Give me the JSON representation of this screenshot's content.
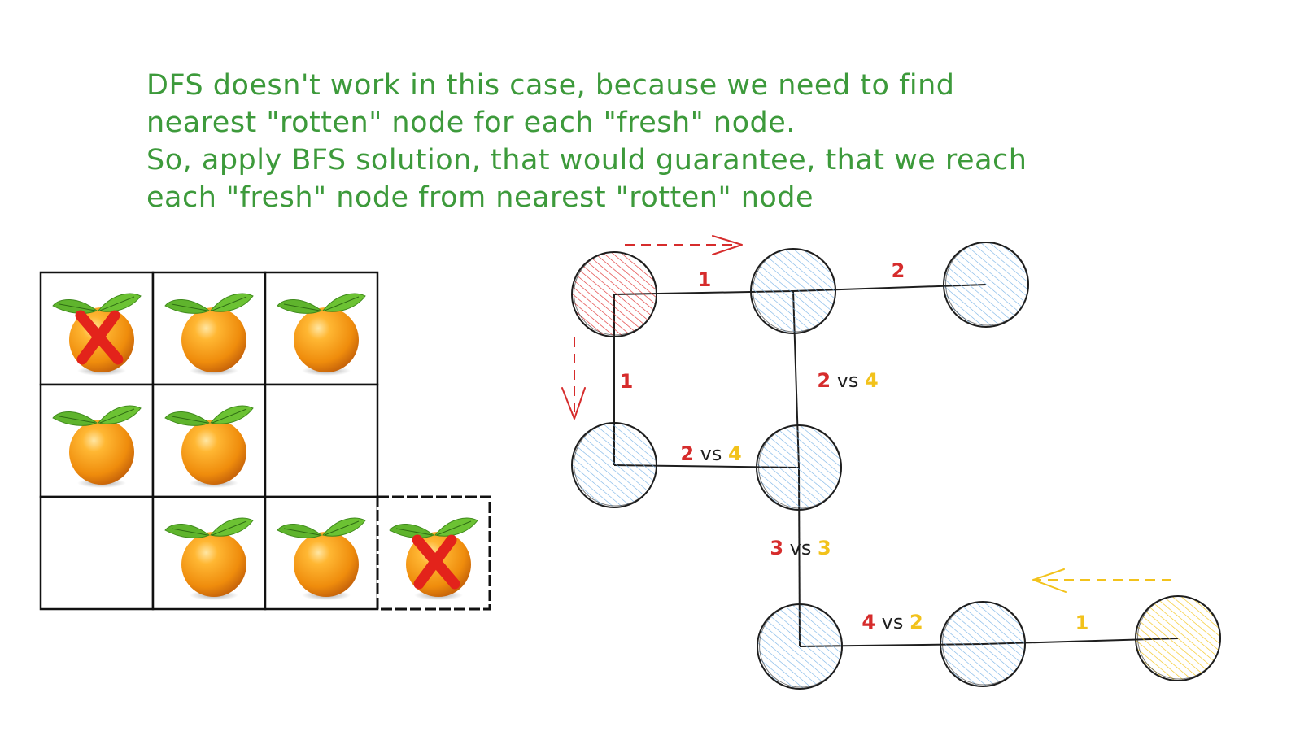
{
  "note": {
    "lines": [
      "DFS doesn't work in this case, because we need to find",
      "nearest \"rotten\" node for each \"fresh\" node.",
      "So, apply BFS solution, that would guarantee, that we reach",
      "each \"fresh\" node from nearest \"rotten\" node"
    ]
  },
  "colors": {
    "note_text": "#3d9a3b",
    "rotten_node": "#e03131",
    "fresh_node": "#74b0e6",
    "second_rotten_node": "#f5c518",
    "dist_red": "#d62c2c",
    "dist_yellow": "#f2c21b",
    "dist_black": "#1e1e1e"
  },
  "grid": {
    "rows": [
      [
        "rotten",
        "fresh",
        "fresh",
        "none"
      ],
      [
        "fresh",
        "fresh",
        "empty",
        "none"
      ],
      [
        "empty",
        "fresh",
        "fresh",
        "rotten"
      ]
    ],
    "icons": {
      "fresh": "orange-icon",
      "rotten": "rotten-orange-icon",
      "mark": "x-mark-icon"
    }
  },
  "graph": {
    "nodes": [
      {
        "id": "n1",
        "kind": "rotten"
      },
      {
        "id": "n2",
        "kind": "fresh"
      },
      {
        "id": "n3",
        "kind": "fresh"
      },
      {
        "id": "n4",
        "kind": "fresh"
      },
      {
        "id": "n5",
        "kind": "fresh"
      },
      {
        "id": "n6",
        "kind": "fresh"
      },
      {
        "id": "n7",
        "kind": "fresh"
      },
      {
        "id": "n8",
        "kind": "rotten2"
      }
    ],
    "edges": [
      {
        "from": "n1",
        "to": "n2",
        "label": [
          {
            "t": "1",
            "c": "red"
          }
        ]
      },
      {
        "from": "n2",
        "to": "n3",
        "label": [
          {
            "t": "2",
            "c": "red"
          }
        ]
      },
      {
        "from": "n1",
        "to": "n4",
        "label": [
          {
            "t": "1",
            "c": "red"
          }
        ]
      },
      {
        "from": "n2",
        "to": "n5",
        "label": [
          {
            "t": "2",
            "c": "red"
          },
          {
            "t": " vs ",
            "c": "black"
          },
          {
            "t": "4",
            "c": "yellow"
          }
        ]
      },
      {
        "from": "n4",
        "to": "n5",
        "label": [
          {
            "t": "2",
            "c": "red"
          },
          {
            "t": " vs ",
            "c": "black"
          },
          {
            "t": "4",
            "c": "yellow"
          }
        ]
      },
      {
        "from": "n5",
        "to": "n6",
        "label": [
          {
            "t": "3",
            "c": "red"
          },
          {
            "t": " vs ",
            "c": "black"
          },
          {
            "t": "3",
            "c": "yellow"
          }
        ]
      },
      {
        "from": "n6",
        "to": "n7",
        "label": [
          {
            "t": "4",
            "c": "red"
          },
          {
            "t": " vs ",
            "c": "black"
          },
          {
            "t": "2",
            "c": "yellow"
          }
        ]
      },
      {
        "from": "n7",
        "to": "n8",
        "label": [
          {
            "t": "1",
            "c": "yellow"
          }
        ]
      }
    ],
    "arrows": [
      {
        "name": "arrow-right",
        "color": "red"
      },
      {
        "name": "arrow-down",
        "color": "red"
      },
      {
        "name": "arrow-left",
        "color": "yellow"
      }
    ]
  }
}
